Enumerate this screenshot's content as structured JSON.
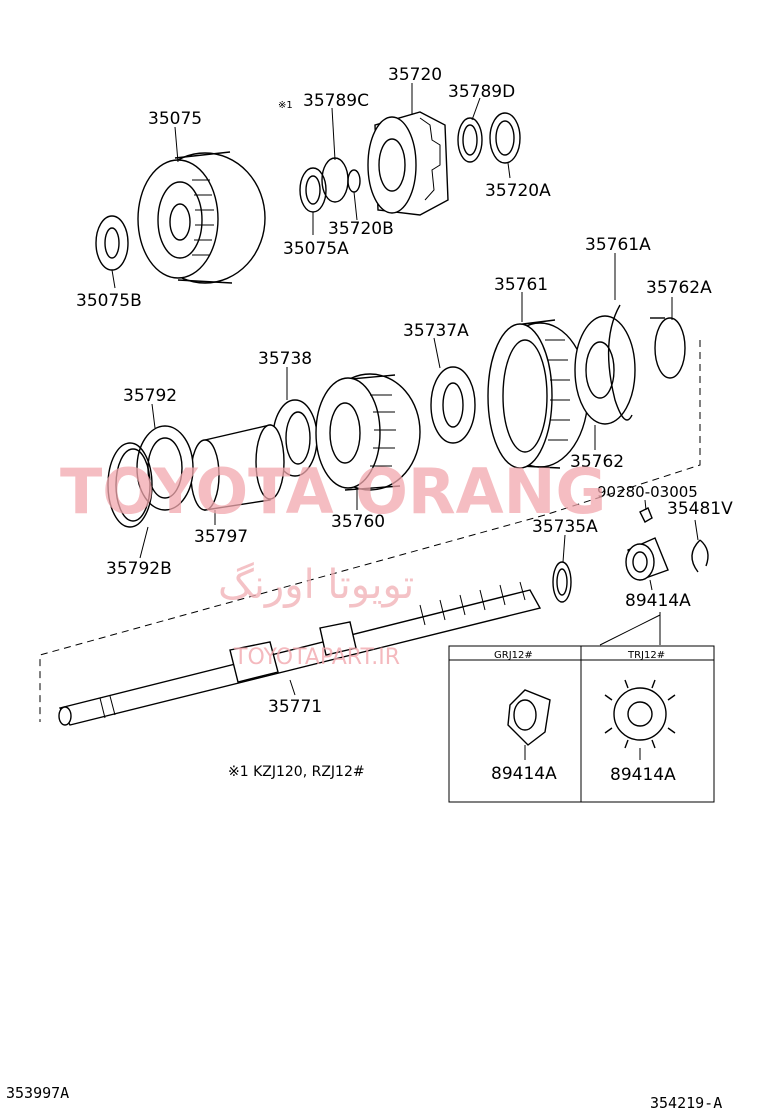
{
  "watermark": {
    "title": "TOYOTA ORANG",
    "persian": "تویوتا اورنگ",
    "url": "TOYOTAPART.IR"
  },
  "parts": {
    "p35075": "35075",
    "p35075B": "35075B",
    "p35789C_mark": "※1",
    "p35789C": "35789C",
    "p35720": "35720",
    "p35789D": "35789D",
    "p35720A": "35720A",
    "p35720B": "35720B",
    "p35075A": "35075A",
    "p35761A": "35761A",
    "p35761": "35761",
    "p35762A": "35762A",
    "p35737A": "35737A",
    "p35738": "35738",
    "p35792": "35792",
    "p35762": "35762",
    "p90280": "90280-03005",
    "p35481V": "35481V",
    "p35760": "35760",
    "p35797": "35797",
    "p35735A": "35735A",
    "p35792B": "35792B",
    "p89414A": "89414A",
    "p35771": "35771"
  },
  "inset": {
    "left_header": "GRJ12#",
    "right_header": "TRJ12#",
    "left_part": "89414A",
    "right_part": "89414A"
  },
  "footnote": "※1 KZJ120, RZJ12#",
  "footer": {
    "left_code": "353997A",
    "right_code": "354219-A"
  }
}
